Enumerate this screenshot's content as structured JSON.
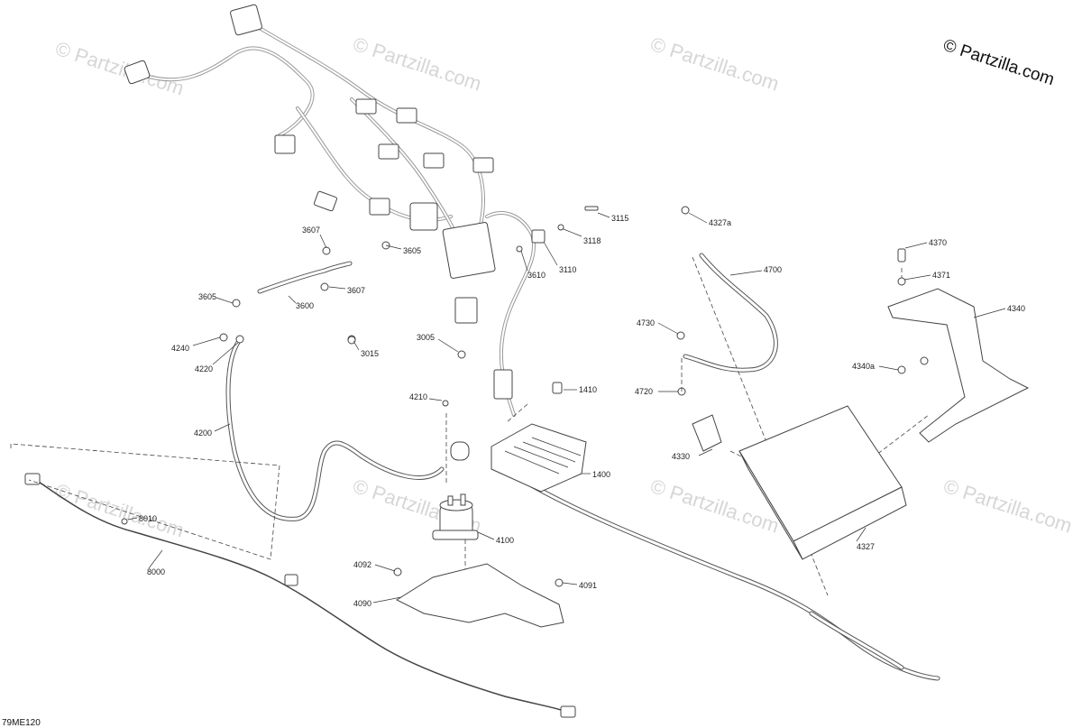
{
  "watermark_text": "© Partzilla.com",
  "copyright_text": "© Partzilla.com",
  "diagram_code": "79ME120",
  "callouts": [
    {
      "id": "c-3115",
      "label": "3115"
    },
    {
      "id": "c-3118",
      "label": "3118"
    },
    {
      "id": "c-3110",
      "label": "3110"
    },
    {
      "id": "c-3610",
      "label": "3610"
    },
    {
      "id": "c-3607a",
      "label": "3607"
    },
    {
      "id": "c-3605a",
      "label": "3605"
    },
    {
      "id": "c-3607b",
      "label": "3607"
    },
    {
      "id": "c-3605b",
      "label": "3605"
    },
    {
      "id": "c-3600",
      "label": "3600"
    },
    {
      "id": "c-4240",
      "label": "4240"
    },
    {
      "id": "c-4220",
      "label": "4220"
    },
    {
      "id": "c-3015",
      "label": "3015"
    },
    {
      "id": "c-3005",
      "label": "3005"
    },
    {
      "id": "c-4200",
      "label": "4200"
    },
    {
      "id": "c-4210",
      "label": "4210"
    },
    {
      "id": "c-1410",
      "label": "1410"
    },
    {
      "id": "c-1400",
      "label": "1400"
    },
    {
      "id": "c-4100",
      "label": "4100"
    },
    {
      "id": "c-4092",
      "label": "4092"
    },
    {
      "id": "c-4091",
      "label": "4091"
    },
    {
      "id": "c-4090",
      "label": "4090"
    },
    {
      "id": "c-8010",
      "label": "8010"
    },
    {
      "id": "c-8000",
      "label": "8000"
    },
    {
      "id": "c-4327a",
      "label": "4327a"
    },
    {
      "id": "c-4700",
      "label": "4700"
    },
    {
      "id": "c-4730",
      "label": "4730"
    },
    {
      "id": "c-4720",
      "label": "4720"
    },
    {
      "id": "c-4330",
      "label": "4330"
    },
    {
      "id": "c-4327",
      "label": "4327"
    },
    {
      "id": "c-4370",
      "label": "4370"
    },
    {
      "id": "c-4371",
      "label": "4371"
    },
    {
      "id": "c-4340",
      "label": "4340"
    },
    {
      "id": "c-4340a",
      "label": "4340a"
    }
  ]
}
